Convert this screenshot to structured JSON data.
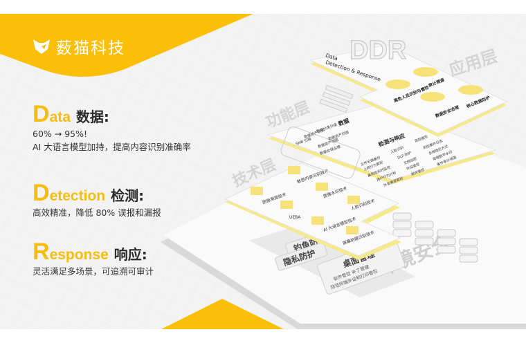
{
  "brand": {
    "name": "薮猫科技",
    "color": "#fcbf08"
  },
  "features": [
    {
      "initial": "D",
      "word": "ata",
      "cn": "数据:",
      "lines": [
        "60% → 95%!",
        "AI 大语言模型加持，提高内容识别准确率"
      ]
    },
    {
      "initial": "D",
      "word": "etection",
      "cn": "检测:",
      "lines": [
        "高效精准，降低 80% 误报和漏报"
      ]
    },
    {
      "initial": "R",
      "word": "esponse",
      "cn": "响应:",
      "lines": [
        "灵活满足多场景，可追溯可审计"
      ]
    }
  ],
  "diagram": {
    "logo_letters": "DDR",
    "title_line1": "Data",
    "title_line2": "Detection & Response",
    "layers": {
      "app": "应用层",
      "function": "功能层",
      "tech": "技术层",
      "env": "环境安全"
    },
    "app_items": [
      "高危人员识别与管控",
      "审计溯源",
      "数据安全治理",
      "核心数据防护"
    ],
    "function": {
      "data_title": "数据",
      "data_items": [
        "数据分类分级",
        "数据资产识别",
        "数据资产扫描",
        "SMB 扫描",
        "数据资产地图",
        "数据合规治理"
      ],
      "detect_title": "检测与响应",
      "detect_items": [
        "文件云端备份",
        "人脸识别",
        "风险报告",
        "上网行为管控",
        "DLP 防护",
        "风险事件日志",
        "高风险实时监控",
        "文档加密",
        "多样阻拦方式",
        "用户行为分析",
        "外设管控",
        "增强数字水印",
        "外发渠道管控",
        "邮件管控",
        "事件审计溯源"
      ]
    },
    "tech_items": [
      "图像溯源技术",
      "敏感内容识别技术",
      "图像水印技术",
      "UEBA",
      "AI 大语言模型技术",
      "人脸识别技术",
      "屏幕拍摄识别技术"
    ],
    "env_items": [
      "钓鱼防护",
      "隐私防护"
    ],
    "desktop": {
      "title": "桌面管理",
      "line1": "软件管控  补丁管理",
      "line2": "防范终端外设和打印管控"
    }
  }
}
